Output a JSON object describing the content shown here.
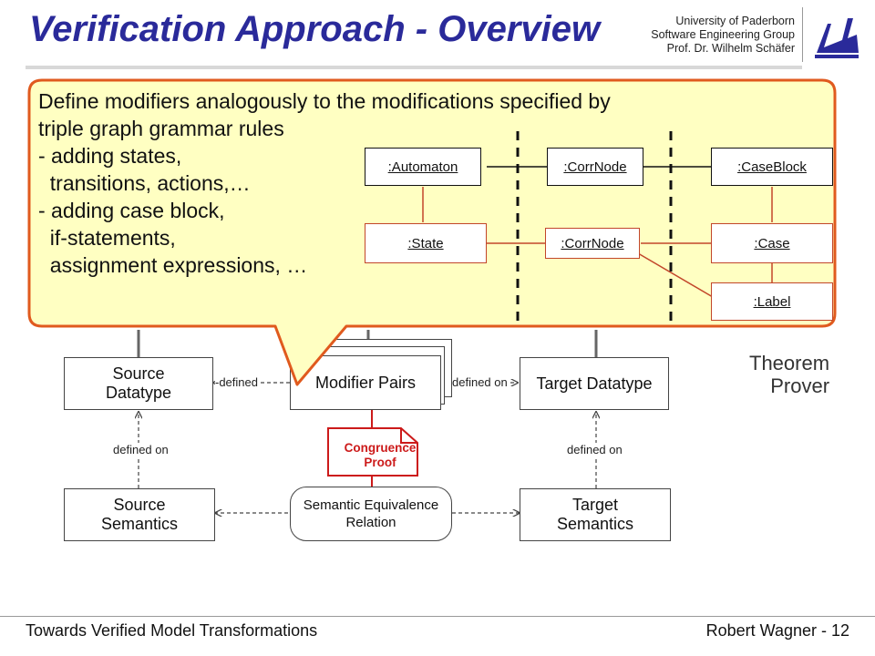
{
  "header": {
    "title": "Verification Approach - Overview",
    "university_line1": "University of Paderborn",
    "university_line2": "Software Engineering Group",
    "university_line3": "Prof. Dr. Wilhelm Schäfer"
  },
  "footer": {
    "left": "Towards Verified Model Transformations",
    "right": "Robert Wagner - 12"
  },
  "diagram": {
    "source_datatype": "Source\nDatatype",
    "modifier_pairs": "Modifier Pairs",
    "target_datatype": "Target Datatype",
    "source_semantics": "Source\nSemantics",
    "semantic_relation": "Semantic Equivalence\nRelation",
    "target_semantics": "Target\nSemantics",
    "congruence_proof": "Congruence\nProof",
    "defined_on_partial": "-defined",
    "defined_on_right": "defined on",
    "defined_on_left_vertical": "defined on",
    "defined_on_right_vertical": "defined on",
    "theorem_prover": "Theorem\nProver"
  },
  "callout": {
    "text": "Define modifiers analogously to the modifications specified by\ntriple graph grammar rules\n- adding states,\n  transitions, actions,…\n- adding case block,\n  if-statements,\n  assignment expressions, …",
    "nodes": {
      "automaton": ":Automaton",
      "corrnode_top": ":CorrNode",
      "caseblock": ":CaseBlock",
      "state": ":State",
      "corrnode_mid": ":CorrNode",
      "case": ":Case",
      "label": ":Label"
    }
  },
  "colors": {
    "title": "#2a2a9a",
    "callout_fill": "#ffffc2",
    "callout_border": "#e05a1e",
    "proof": "#cc1a1a",
    "link_red": "#c2462a"
  },
  "icons": {
    "logo": "university-paderborn-logo-icon"
  }
}
